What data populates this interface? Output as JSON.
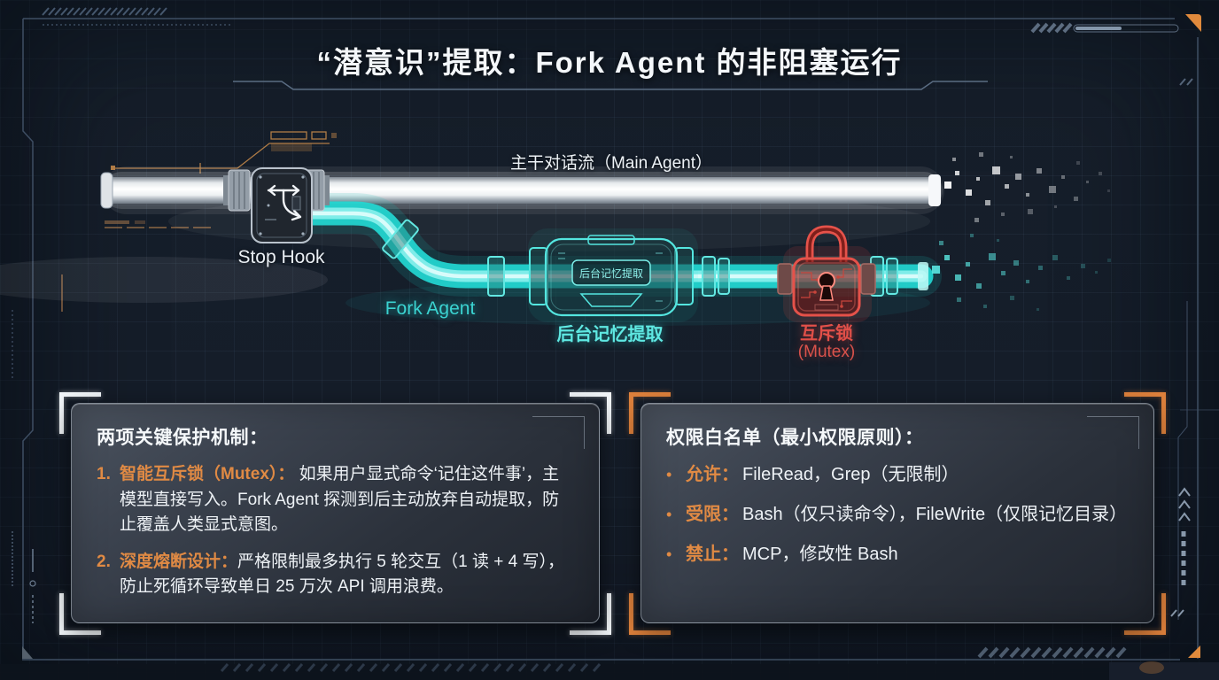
{
  "title": "“潜意识”提取：Fork Agent 的非阻塞运行",
  "diagram": {
    "main_flow_label": "主干对话流（Main Agent）",
    "stop_hook_label": "Stop Hook",
    "fork_agent_label": "Fork Agent",
    "memory_component_label": "后台记忆提取",
    "memory_component_plate_text": "后台记忆提取",
    "mutex_label": "互斥锁",
    "mutex_sublabel": "(Mutex)"
  },
  "left_panel": {
    "title": "两项关键保护机制：",
    "items": [
      {
        "num": "1.",
        "lead": "智能互斥锁（Mutex）：",
        "body": " 如果用户显式命令‘记住这件事’，主模型直接写入。Fork Agent 探测到后主动放弃自动提取，防止覆盖人类显式意图。"
      },
      {
        "num": "2.",
        "lead": "深度熔断设计：",
        "body": "严格限制最多执行 5 轮交互（1 读 + 4 写），防止死循环导致单日 25 万次 API 调用浪费。"
      }
    ]
  },
  "right_panel": {
    "title": "权限白名单（最小权限原则）：",
    "items": [
      {
        "bullet": "•",
        "label": "允许：",
        "body": "FileRead，Grep（无限制）"
      },
      {
        "bullet": "•",
        "label": "受限：",
        "body": "Bash（仅只读命令），FileWrite（仅限记忆目录）"
      },
      {
        "bullet": "•",
        "label": "禁止：",
        "body": "MCP，修改性 Bash"
      }
    ]
  },
  "colors": {
    "accent_orange": "#e0873e",
    "accent_cyan": "#4fe0da",
    "accent_red": "#e24a42",
    "pipe_white": "#ffffff",
    "bracket_left": "#f2f6f9",
    "bracket_right": "#e0823c"
  }
}
